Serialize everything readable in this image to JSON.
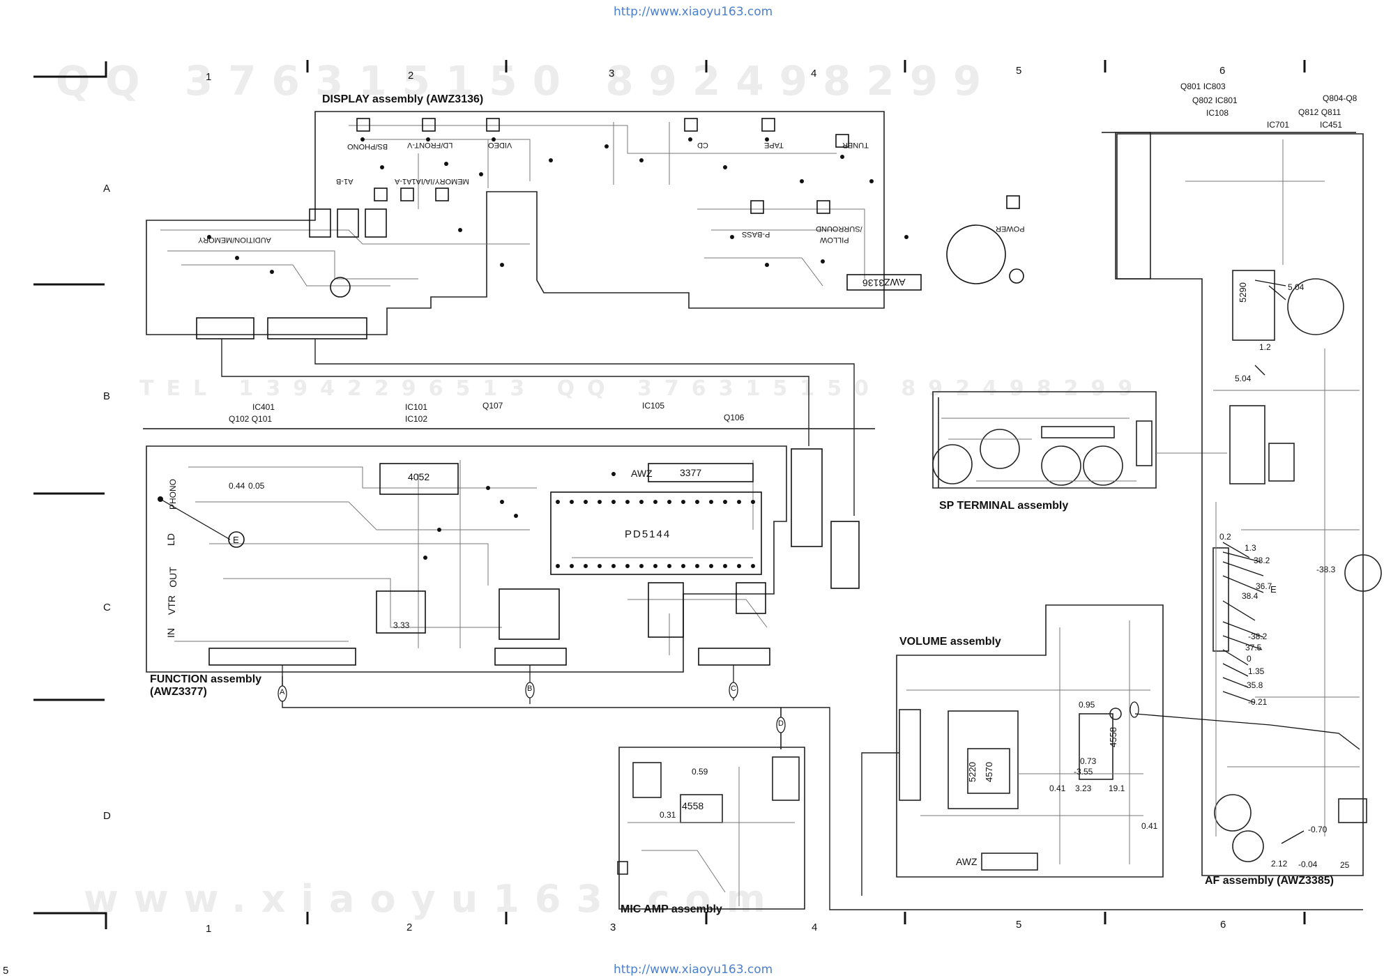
{
  "source_urls": {
    "top": "http://www.xiaoyu163.com",
    "bottom": "http://www.xiaoyu163.com"
  },
  "watermarks": {
    "top": "QQ 376315150  892498299",
    "middle": "TEL 13942296513  QQ 376315150  892498299",
    "bottom": "www.xiaoyu163.com"
  },
  "grid": {
    "columns": [
      "1",
      "2",
      "3",
      "4",
      "5",
      "6"
    ],
    "rows": [
      "A",
      "B",
      "C",
      "D"
    ],
    "page_mark": "5"
  },
  "assemblies": {
    "display": "DISPLAY assembly (AWZ3136)",
    "function": "FUNCTION assembly",
    "function_code": "(AWZ3377)",
    "sp_terminal": "SP TERMINAL assembly",
    "volume": "VOLUME assembly",
    "mic_amp": "MIC AMP assembly",
    "af": "AF assembly (AWZ3385)"
  },
  "reference_labels": {
    "ic401": "IC401",
    "q102_q101": "Q102 Q101",
    "ic101": "IC101",
    "ic102": "IC102",
    "q107": "Q107",
    "ic105": "IC105",
    "q106": "Q106",
    "q801_ic803": "Q801  IC803",
    "q802_ic801": "Q802 IC801",
    "ic108": "IC108",
    "q804": "Q804-Q8",
    "q812_q811": "Q812   Q811",
    "ic701": "IC701",
    "ic451": "IC451"
  },
  "board_markings": {
    "display_awz": "AWZ",
    "display_code": "3136",
    "function_awz": "AWZ",
    "function_code": "3377",
    "ic_pd": "PD5144",
    "ic_4052": "4052",
    "mic_ic": "4558",
    "volume_ic1": "5220",
    "volume_ic2": "4570",
    "volume_ic3": "4558",
    "volume_awz": "AWZ",
    "af_ic": "5290"
  },
  "switch_labels": {
    "bs_phono": "BS/PHONO",
    "ld_front": "LD/FRONT-V",
    "video": "VIDEO",
    "cd": "CD",
    "tape": "TAPE",
    "tuner": "TUNER",
    "memory": "MEMORY/IA/IA1A1-A",
    "ab": "A1-B",
    "audition": "AUDITION/MEMORY",
    "pbass": "P-BASS",
    "pillow": "PILLOW",
    "surround": "/SURROUND",
    "power": "POWER"
  },
  "jack_labels": {
    "phono": "PHONO",
    "ld": "LD",
    "out": "OUT",
    "in": "IN",
    "vtr": "VTR"
  },
  "connector_tags": {
    "a": "A",
    "b": "B",
    "c": "C",
    "d": "D",
    "e": "E"
  },
  "voltages": {
    "func_a": "0.44",
    "func_b": "0.05",
    "func_c": "3.33",
    "mic_a": "0.59",
    "mic_b": "0.31",
    "vol_a": "0.95",
    "vol_b": "0.73",
    "vol_c": "-3.55",
    "vol_d": "0.41",
    "vol_e": "3.23",
    "vol_f": "19.1",
    "vol_g": "0.41",
    "af_a": "5.04",
    "af_b": "1.2",
    "af_c": "5.04",
    "af_d": "0.2",
    "af_e": "1.3",
    "af_f": "38.2",
    "af_g": "36.7",
    "af_h": "38.4",
    "af_i": "-38.3",
    "af_j": "-38.2",
    "af_k": "37.5",
    "af_l": "0",
    "af_m": "1.35",
    "af_n": "-35.8",
    "af_o": "-0.21",
    "af_p": "-0.70",
    "af_q": "2.12",
    "af_r": "-0.04",
    "af_s": "25"
  }
}
